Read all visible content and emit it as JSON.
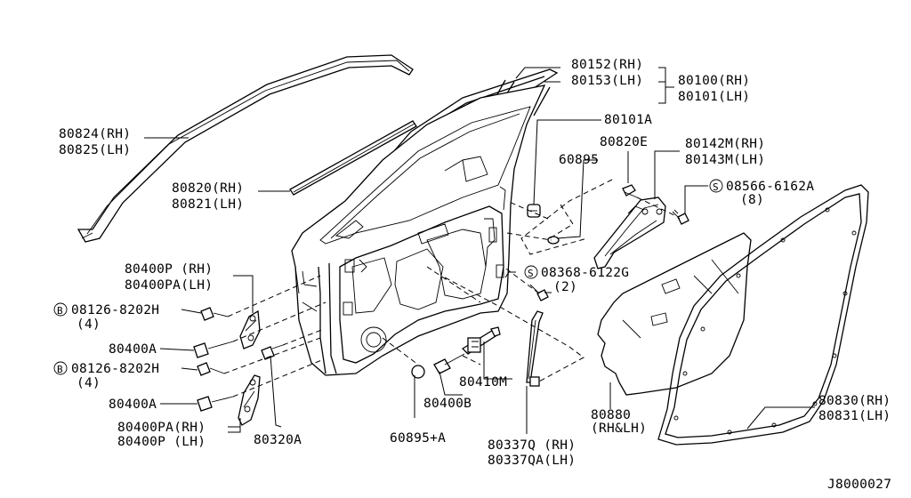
{
  "labels": {
    "p80152": "80152(RH)",
    "p80153": "80153(LH)",
    "p80100": "80100(RH)",
    "p80101": "80101(LH)",
    "p80101A": "80101A",
    "p80824": "80824(RH)",
    "p80825": "80825(LH)",
    "p80820E": "80820E",
    "p60895": "60895",
    "p80142M": "80142M(RH)",
    "p80143M": "80143M(LH)",
    "s08566": "08566-6162A",
    "q8": "(8)",
    "p80820": "80820(RH)",
    "p80821": "80821(LH)",
    "p80400P_top": "80400P  (RH)",
    "p80400PA_top": "80400PA(LH)",
    "s08368": "08368-6122G",
    "q2": "(2)",
    "b08126_a": "08126-8202H",
    "q4_a": "(4)",
    "p80400A_a": "80400A",
    "b08126_b": "08126-8202H",
    "q4_b": "(4)",
    "p80400A_b": "80400A",
    "p80410M": "80410M",
    "p80400B": "80400B",
    "p80880": "80880",
    "p80880rl": "(RH&LH)",
    "p80830": "80830(RH)",
    "p80831": "80831(LH)",
    "p80400PA_bot": "80400PA(RH)",
    "p80400P_bot": "80400P  (LH)",
    "p80320A": "80320A",
    "p60895A": "60895+A",
    "p80337Q": "80337Q  (RH)",
    "p80337QA": "80337QA(LH)",
    "ref": "J8000027"
  },
  "symbols": {
    "s_circle": "S",
    "b_circle": "B"
  }
}
